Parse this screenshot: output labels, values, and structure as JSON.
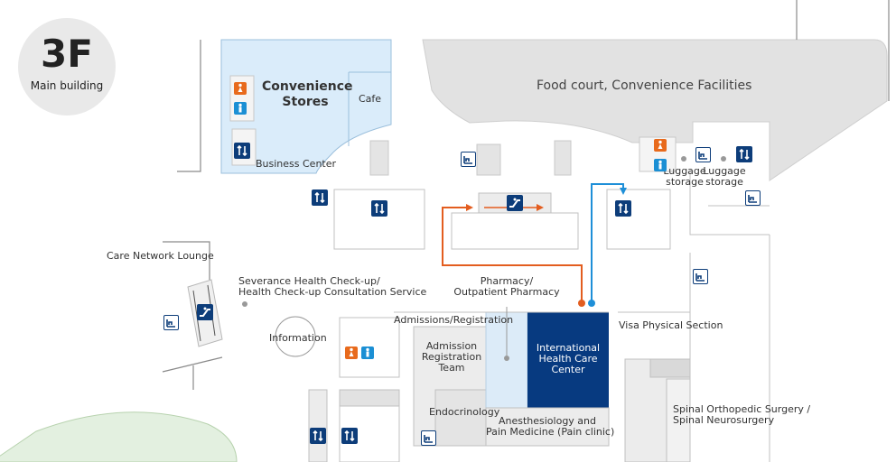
{
  "badge": {
    "floor": "3F",
    "building": "Main building"
  },
  "labels": {
    "convenience_stores_1": "Convenience",
    "convenience_stores_2": "Stores",
    "cafe": "Cafe",
    "business_center": "Business Center",
    "food_court": "Food court, Convenience Facilities",
    "luggage_storage_a_1": "Luggage",
    "luggage_storage_a_2": "storage",
    "luggage_storage_b_1": "Luggage",
    "luggage_storage_b_2": "storage",
    "care_network_lounge": "Care Network Lounge",
    "health_checkup_1": "Severance Health Check-up/",
    "health_checkup_2": "Health Check-up Consultation Service",
    "pharmacy_1": "Pharmacy/",
    "pharmacy_2": "Outpatient Pharmacy",
    "admissions_registration": "Admissions/Registration",
    "information": "Information",
    "admission_team_1": "Admission",
    "admission_team_2": "Registration",
    "admission_team_3": "Team",
    "ihcc_1": "International",
    "ihcc_2": "Health Care",
    "ihcc_3": "Center",
    "visa_physical": "Visa Physical Section",
    "endocrinology": "Endocrinology",
    "anesthesiology_1": "Anesthesiology and",
    "anesthesiology_2": "Pain Medicine (Pain clinic)",
    "spinal_1": "Spinal Orthopedic Surgery /",
    "spinal_2": "Spinal Neurosurgery"
  },
  "colors": {
    "convenience_fill": "#daecfa",
    "food_court_fill": "#e2e2e2",
    "ihcc_fill": "#073a80",
    "pharmacy_zone_fill": "#dcebf8",
    "garden_fill": "#e3f0e0",
    "orange_route": "#e35d1f",
    "blue_route": "#1e8fd8",
    "icon_navy": "#0d3d7a",
    "icon_orange": "#e86a1c",
    "icon_blue": "#1b8fd4"
  }
}
